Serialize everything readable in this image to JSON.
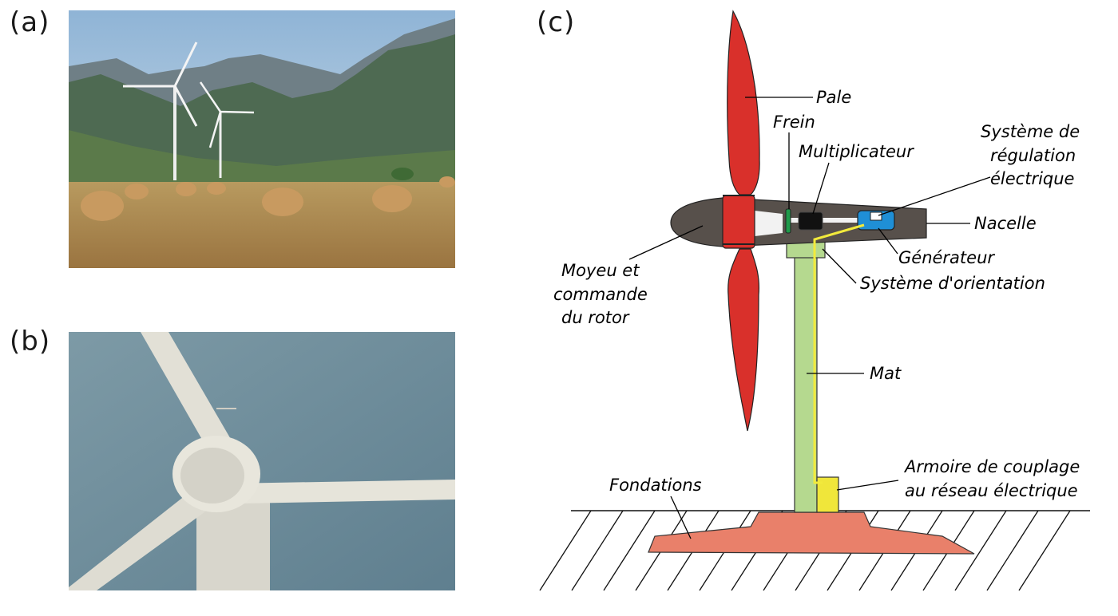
{
  "panels": {
    "a": "(a)",
    "b": "(b)",
    "c": "(c)"
  },
  "diagram": {
    "labels": {
      "pale": "Pale",
      "frein": "Frein",
      "multiplicateur": "Multiplicateur",
      "regulation_line1": "Système de",
      "regulation_line2": "régulation",
      "regulation_line3": "électrique",
      "nacelle": "Nacelle",
      "generateur": "Générateur",
      "moyeu_line1": "Moyeu et",
      "moyeu_line2": "commande",
      "moyeu_line3": "du rotor",
      "orientation": "Système d'orientation",
      "mat": "Mat",
      "armoire_line1": "Armoire de couplage",
      "armoire_line2": "au réseau électrique",
      "fondations": "Fondations"
    },
    "colors": {
      "blade": "#d9302b",
      "nacelle": "#57504b",
      "mast": "#b5d98f",
      "brake": "#1f9a4a",
      "gearbox": "#111111",
      "generator": "#1f8fd6",
      "cable": "#f2ea3c",
      "cabinet": "#f0e63a",
      "foundation": "#e9806a"
    }
  }
}
